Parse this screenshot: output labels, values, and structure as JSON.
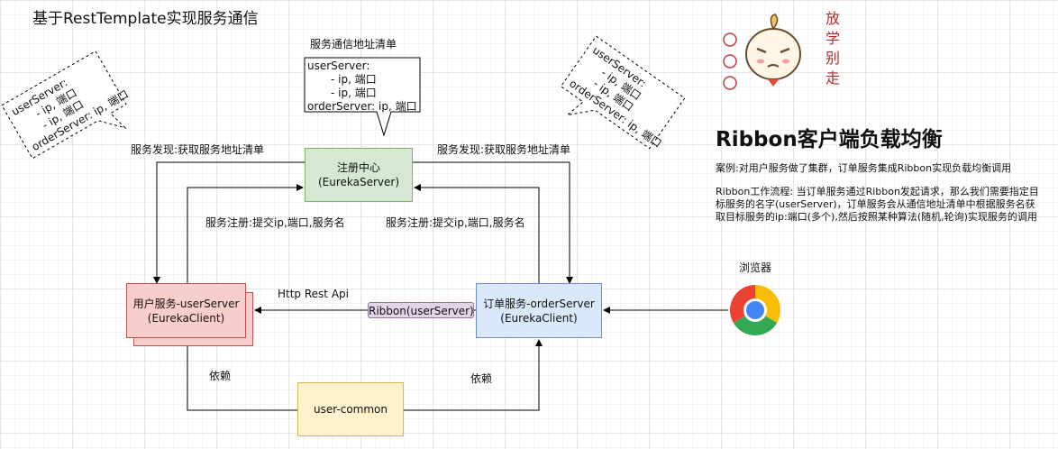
{
  "title": "基于RestTemplate实现服务通信",
  "registry_list": {
    "caption": "服务通信地址清单",
    "lines": [
      "userServer:",
      "- ip, 端口",
      "- ip, 端口",
      "orderServer: ip, 端口"
    ]
  },
  "left_callout": {
    "lines": [
      "userServer:",
      "- ip, 端口",
      "- ip, 端口",
      "orderServer: ip, 端口"
    ]
  },
  "right_callout": {
    "lines": [
      "userServer:",
      "- ip, 端口",
      "- ip, 端口",
      "orderServer: ip, 端口"
    ]
  },
  "nodes": {
    "registry": {
      "line1": "注册中心",
      "line2": "(EurekaServer)"
    },
    "user": {
      "line1": "用户服务-userServer",
      "line2": "(EurekaClient)"
    },
    "order": {
      "line1": "订单服务-orderServer",
      "line2": "(EurekaClient)"
    },
    "common": {
      "line1": "user-common"
    }
  },
  "edges": {
    "discovery_left": "服务发现:获取服务地址清单",
    "discovery_right": "服务发现:获取服务地址清单",
    "register_left": "服务注册:提交ip,端口,服务名",
    "register_right": "服务注册:提交ip,端口,服务名",
    "http": "Http Rest Api",
    "ribbon": "Ribbon(userServer)",
    "depend_left": "依赖",
    "depend_right": "依赖"
  },
  "browser": {
    "label": "浏览器"
  },
  "ribbon_section": {
    "heading": "Ribbon客户端负载均衡",
    "case": "案例:对用户服务做了集群，订单服务集成Ribbon实现负载均衡调用",
    "flow": "Ribbon工作流程: 当订单服务通过Ribbon发起请求，那么我们需要指定目标服务的名字(userServer)，订单服务会从通信地址清单中根据服务名获取目标服务的ip:端口(多个),然后按照某种算法(随机,轮询)实现服务的调用"
  },
  "sticker": {
    "chars": [
      "放",
      "学",
      "别",
      "走"
    ]
  }
}
